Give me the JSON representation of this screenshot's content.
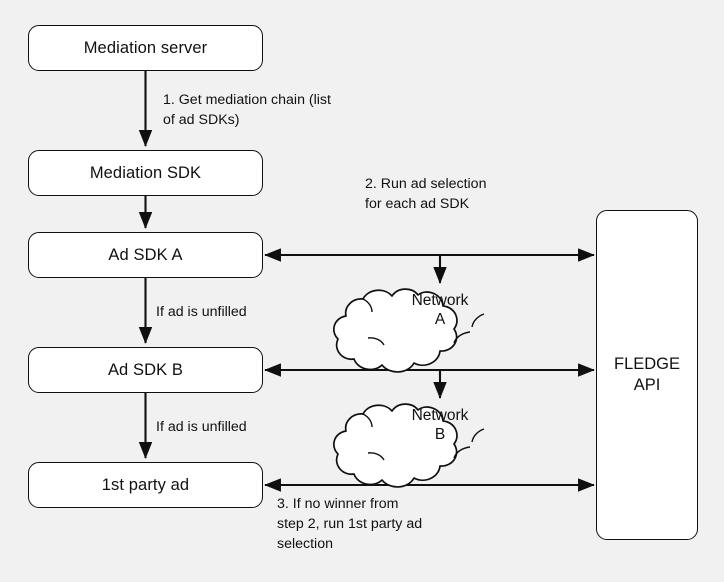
{
  "diagram": {
    "title": "Mediation with FLEDGE ad selection flow",
    "background_color": "#f1f1f1",
    "stroke_color": "#101010",
    "node_fill": "#ffffff"
  },
  "nodes": [
    {
      "id": "mediation-server",
      "label": "Mediation server"
    },
    {
      "id": "mediation-sdk",
      "label": "Mediation SDK"
    },
    {
      "id": "ad-sdk-a",
      "label": "Ad SDK A"
    },
    {
      "id": "ad-sdk-b",
      "label": "Ad SDK B"
    },
    {
      "id": "first-party-ad",
      "label": "1st party ad"
    }
  ],
  "api_node": {
    "id": "fledge-api",
    "label_line1": "FLEDGE",
    "label_line2": "API"
  },
  "clouds": [
    {
      "id": "network-a",
      "label_line1": "Network",
      "label_line2": "A"
    },
    {
      "id": "network-b",
      "label_line1": "Network",
      "label_line2": "B"
    }
  ],
  "annotations": {
    "step1": "1. Get mediation chain (list\nof ad SDKs)",
    "step2": "2. Run ad selection\n for each ad SDK",
    "step3": "3. If no winner from\nstep 2, run 1st party ad\nselection",
    "unfilled_a": "If ad is unfilled",
    "unfilled_b": "If ad is unfilled"
  }
}
